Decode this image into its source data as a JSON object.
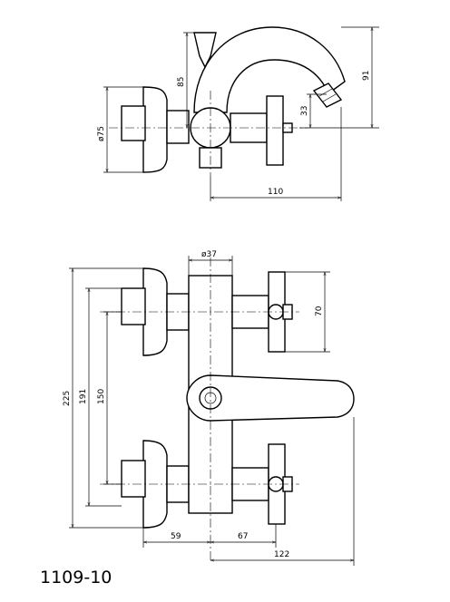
{
  "model_code": "1109-10",
  "side_view": {
    "dimensions": {
      "spout_height": "91",
      "lever_height": "85",
      "spout_drop": "33",
      "flange_diameter": "ø75",
      "projection": "110"
    }
  },
  "front_view": {
    "dimensions": {
      "body_diameter": "ø37",
      "handle_height": "70",
      "overall_height": "225",
      "inlet_height": "191",
      "centres": "150",
      "wall_to_body": "59",
      "body_to_handle": "67",
      "overall_projection": "122"
    }
  }
}
